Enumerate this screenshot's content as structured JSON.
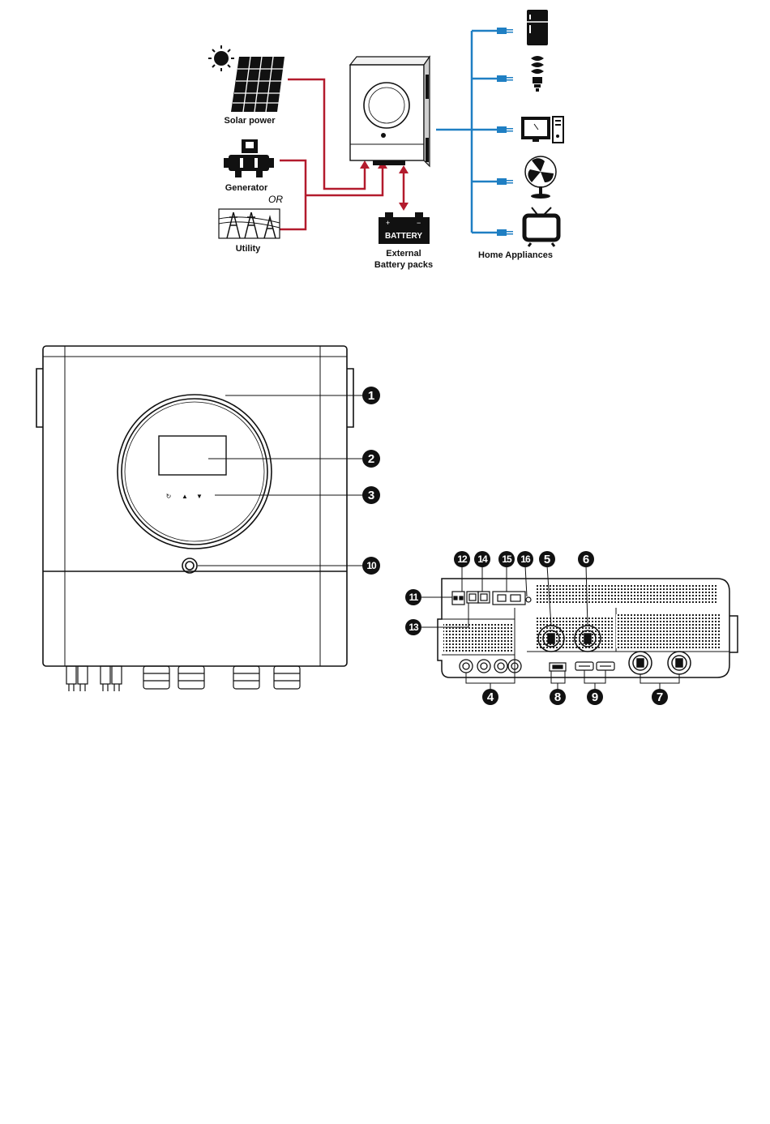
{
  "system_diagram": {
    "labels": {
      "solar": "Solar power",
      "generator": "Generator",
      "or": "OR",
      "utility": "Utility",
      "battery_tag": "BATTERY",
      "battery_line1": "External",
      "battery_line2": "Battery packs",
      "appliances": "Home Appliances"
    },
    "colors": {
      "input_wire": "#b31b2d",
      "output_wire": "#1f7fc3"
    },
    "icons": [
      "sun-icon",
      "solar-panel-icon",
      "generator-icon",
      "utility-tower-icon",
      "battery-icon",
      "fridge-icon",
      "bulb-icon",
      "computer-icon",
      "fan-icon",
      "tv-icon"
    ]
  },
  "product_views": {
    "front_callouts": [
      "1",
      "2",
      "3",
      "10"
    ],
    "bottom_callouts_top": [
      "12",
      "14",
      "15",
      "16",
      "5",
      "6"
    ],
    "bottom_callouts_left": [
      "11",
      "13"
    ],
    "bottom_callouts_below": [
      "4",
      "8",
      "9",
      "7"
    ],
    "front_buttons": [
      "↻",
      "▲",
      "▼"
    ]
  }
}
